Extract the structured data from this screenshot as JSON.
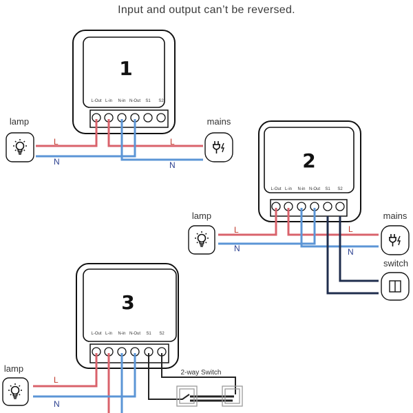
{
  "title": "Input and output can’t be reversed.",
  "colors": {
    "live": "#d9626b",
    "neutral": "#5b95d6",
    "switch_wire": "#1f2d4d",
    "two_way_wire": "#222222",
    "live_label": "#c0392b",
    "neutral_label": "#2a3f8f"
  },
  "terminals": [
    "L-Out",
    "L-in",
    "N-in",
    "N-Out",
    "S1",
    "S2"
  ],
  "diagrams": [
    {
      "number": "1",
      "lamp_label": "lamp",
      "mains_label": "mains",
      "live_label": "L",
      "neutral_label": "N",
      "lamp_icon": "light-bulb-icon",
      "mains_icon": "power-plug-icon"
    },
    {
      "number": "2",
      "lamp_label": "lamp",
      "mains_label": "mains",
      "switch_label": "switch",
      "live_label": "L",
      "neutral_label": "N",
      "lamp_icon": "light-bulb-icon",
      "mains_icon": "power-plug-icon",
      "switch_icon": "wall-switch-icon"
    },
    {
      "number": "3",
      "lamp_label": "lamp",
      "switch_label": "2-way Switch",
      "live_label": "L",
      "neutral_label": "N",
      "lamp_icon": "light-bulb-icon",
      "switch_icon": "two-way-switch-icon"
    }
  ]
}
